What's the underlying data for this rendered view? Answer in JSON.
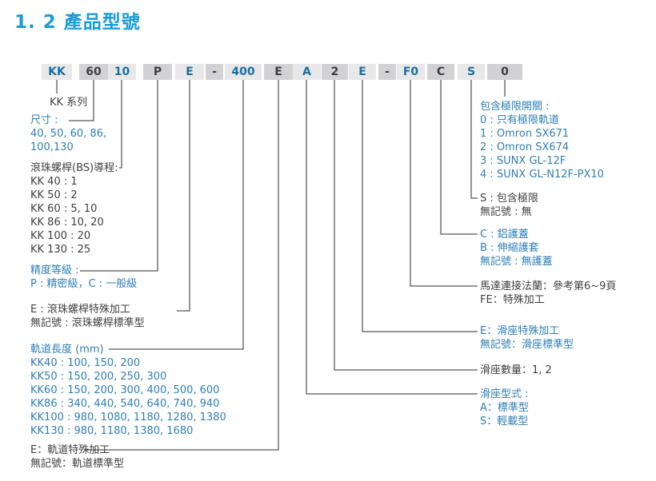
{
  "page": {
    "title": "1. 2 產品型號"
  },
  "colors": {
    "title_blue": "#1a9cd8",
    "code_text_blue": "#1b6fa3",
    "body_blue": "#2f7fb5",
    "body_dark": "#3f3f41",
    "segment_bg_light": "#e8e8e9",
    "segment_bg_dark": "#d2d2d4",
    "connector_line": "#2b2b2b"
  },
  "model_code": {
    "segments": [
      "KK",
      "60",
      "10",
      "P",
      "E",
      "-",
      "400",
      "E",
      "A",
      "2",
      "E",
      "-",
      "F0",
      "C",
      "S",
      "0"
    ]
  },
  "left": {
    "series": {
      "label": "KK 系列"
    },
    "size": {
      "title": "尺寸 :",
      "rows": [
        "40, 50, 60, 86,",
        "100,130"
      ]
    },
    "lead": {
      "title": "滾珠螺桿(BS)導程:",
      "rows": [
        "KK 40 : 1",
        "KK 50 : 2",
        "KK 60 : 5, 10",
        "KK 86 : 10, 20",
        "KK 100 : 20",
        "KK 130 : 25"
      ]
    },
    "precision": {
      "title": "精度等級 :",
      "rows": [
        "P : 精密級，C : 一般級"
      ]
    },
    "bs_special": {
      "rows": [
        "E : 滾珠螺桿特殊加工",
        "無記號 : 滾珠螺桿標準型"
      ]
    },
    "rail_length": {
      "title": "軌道長度 (mm)",
      "rows": [
        "KK40 : 100, 150, 200",
        "KK50 : 150, 200, 250, 300",
        "KK60 : 150, 200, 300,  400,  500, 600",
        "KK86 : 340, 440, 540, 640, 740, 940",
        "KK100 : 980, 1080, 1180, 1280, 1380",
        "KK130 : 980, 1180, 1380, 1680"
      ]
    },
    "rail_special": {
      "rows": [
        "E：軌道特殊加工",
        "無記號：軌道標準型"
      ]
    }
  },
  "right": {
    "limit_switch": {
      "title": "包含極限開關 :",
      "rows": [
        "0 : 只有極限軌道",
        "1 : Omron SX671",
        "2 : Omron SX674",
        "3 : SUNX GL-12F",
        "4 : SUNX GL-N12F-PX10"
      ]
    },
    "limit_included": {
      "rows": [
        "S : 包含極限",
        "無記號 : 無"
      ]
    },
    "cover": {
      "rows": [
        "C : 鋁護蓋",
        "B : 伸縮護套",
        "無記號 : 無護蓋"
      ]
    },
    "motor_flange": {
      "rows": [
        "馬達連接法蘭：參考第6~9頁",
        "FE：特殊加工"
      ]
    },
    "block_special": {
      "rows": [
        "E：滑座特殊加工",
        "無記號：滑座標準型"
      ]
    },
    "block_quantity": {
      "rows": [
        "滑座數量：1, 2"
      ]
    },
    "block_type": {
      "title": "滑座型式 :",
      "rows": [
        "A：標準型",
        "S：輕載型"
      ]
    }
  }
}
